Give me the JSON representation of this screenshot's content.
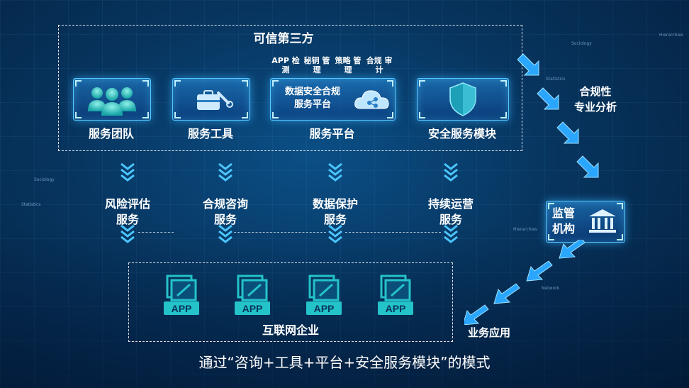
{
  "top_group": {
    "title": "可信第三方"
  },
  "cards": [
    {
      "label": "服务团队",
      "icon": "team-icon"
    },
    {
      "label": "服务工具",
      "icon": "toolbox-icon"
    },
    {
      "label": "服务平台",
      "icon": "cloud-icon",
      "inner_text": "数据安全合规\n服务平台"
    },
    {
      "label": "安全服务模块",
      "icon": "shield-icon"
    }
  ],
  "platform_tags": [
    "APP\n检测",
    "秘钥\n管理",
    "策略\n管理",
    "合规\n审计"
  ],
  "services": [
    {
      "label": "风险评估\n服务"
    },
    {
      "label": "合规咨询\n服务"
    },
    {
      "label": "数据保护\n服务"
    },
    {
      "label": "持续运营\n服务"
    }
  ],
  "apps": {
    "icon_label": "APP",
    "count": 4,
    "group_label": "互联网企业"
  },
  "right_flow": {
    "compliance_label": "合规性\n专业分析",
    "regulator_label": "监管\n机构",
    "business_label": "业务应用"
  },
  "bg_words": [
    "Sociology",
    "Statistics",
    "Hierarchies",
    "Network",
    "Sociology",
    "Statistics",
    "Hierarchies"
  ],
  "caption": "通过“咨询+工具+平台+安全服务模块”的模式",
  "colors": {
    "accent": "#55c8ff",
    "glow": "#3ab4ff",
    "teal": "#24c3c9",
    "bg": "#07355f"
  }
}
